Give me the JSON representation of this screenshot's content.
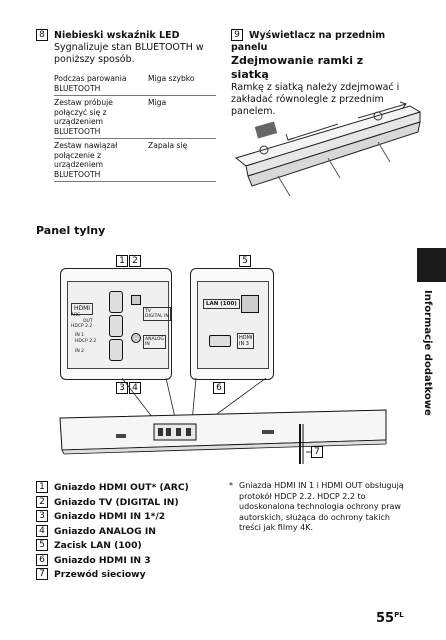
{
  "led": {
    "num": "8",
    "title": "Niebieski wskaźnik LED",
    "desc": "Sygnalizuje stan BLUETOOTH w poniższy sposób.",
    "rows": [
      {
        "state": "Podczas parowania BLUETOOTH",
        "status": "Miga szybko"
      },
      {
        "state": "Zestaw próbuje połączyć się z urządzeniem BLUETOOTH",
        "status": "Miga"
      },
      {
        "state": "Zestaw nawiązał połączenie z urządzeniem BLUETOOTH",
        "status": "Zapala się"
      }
    ]
  },
  "display": {
    "num": "9",
    "title": "Wyświetlacz na przednim panelu"
  },
  "grille": {
    "title": "Zdejmowanie ramki z siatką",
    "desc": "Ramkę z siatką należy zdejmować i zakładać równolegle z przednim panelem."
  },
  "rear": {
    "title": "Panel tylny",
    "callouts": [
      "1",
      "2",
      "5",
      "3",
      "4",
      "6",
      "7"
    ],
    "panel_labels": {
      "hdmi": "HDMI",
      "arc": "ARC",
      "out": "OUT",
      "hdcp1": "HDCP 2.2",
      "in1": "IN 1",
      "hdcp2": "HDCP 2.2",
      "in2": "IN 2",
      "tv": "TV",
      "digital_in": "DIGITAL IN",
      "analog": "ANALOG",
      "analog_in": "IN",
      "lan": "LAN (100)",
      "hdmi_in3": "HDMI",
      "in3": "IN 3"
    }
  },
  "connectors": [
    {
      "num": "1",
      "label": "Gniazdo HDMI OUT* (ARC)"
    },
    {
      "num": "2",
      "label": "Gniazdo TV (DIGITAL IN)"
    },
    {
      "num": "3",
      "label": "Gniazdo HDMI IN 1*/2"
    },
    {
      "num": "4",
      "label": "Gniazdo ANALOG IN"
    },
    {
      "num": "5",
      "label": "Zacisk LAN (100)"
    },
    {
      "num": "6",
      "label": "Gniazdo HDMI IN 3"
    },
    {
      "num": "7",
      "label": "Przewód sieciowy"
    }
  ],
  "footnote": {
    "mark": "*",
    "text": "Gniazda HDMI IN 1 i HDMI OUT obsługują protokół HDCP 2.2. HDCP 2.2 to udoskonalona technologia ochrony praw autorskich, służąca do ochrony takich treści jak filmy 4K."
  },
  "side_tab": "Informacje dodatkowe",
  "page": {
    "number": "55",
    "lang": "PL"
  }
}
